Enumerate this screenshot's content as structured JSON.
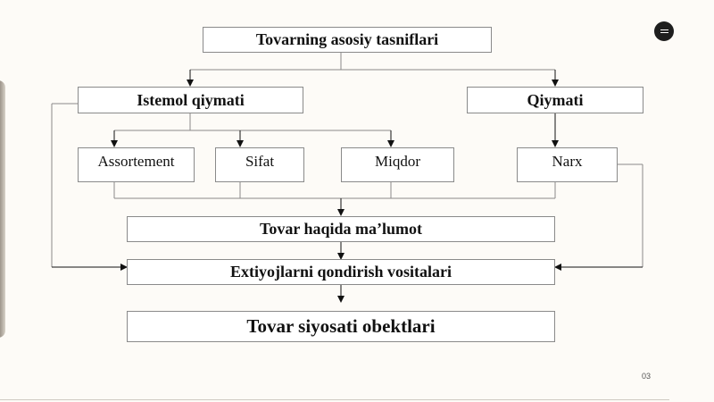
{
  "diagram": {
    "title": "Tovarning asosiy tasniflari",
    "left_group": "Istemol qiymati",
    "right_group": "Qiymati",
    "items": [
      "Assortement",
      "Sifat",
      "Miqdor",
      "Narx"
    ],
    "info": "Tovar haqida ma’lumot",
    "means": "Extiyojlarni qondirish vositalari",
    "objects": "Tovar siyosati obektlari"
  },
  "page_number": "03",
  "colors": {
    "box_border": "#8a8a8a",
    "line": "#8a8a8a",
    "arrow": "#111111",
    "background": "#fdfbf7"
  }
}
